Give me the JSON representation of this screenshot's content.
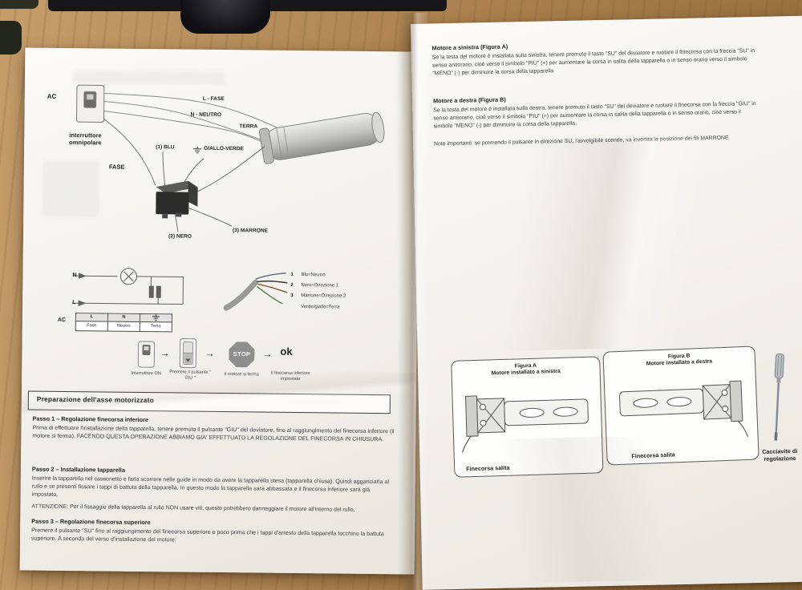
{
  "colors": {
    "wood": "#a9804d",
    "paper": "#f6f5f1",
    "ink": "#2b2b2b"
  },
  "icons": {
    "arrow": "→"
  },
  "left_page": {
    "wiring": {
      "ac": "AC",
      "l_fase": "L - FASE",
      "n_neutro": "N - NEUTRO",
      "terra": "TERRA",
      "interruttore": "interruttore",
      "omnipolare": "omnipolare",
      "blu": "(1) BLU",
      "giallo_verde": "GIALLO-VERDE",
      "fase": "FASE",
      "nero": "(2) NERO",
      "marrone": "(3) MARRONE"
    },
    "schematic": {
      "n": "N",
      "l": "L",
      "ac": "AC",
      "col1_letter": "L",
      "col1_word": "Fase",
      "col2_letter": "N",
      "col2_word": "Neutro",
      "col3_word": "Terra"
    },
    "legend": [
      {
        "num": "1",
        "label": "Blu=Neutro"
      },
      {
        "num": "2",
        "label": "Nero=Direzione 1"
      },
      {
        "num": "3",
        "label": "Marrone=Direzione 2"
      },
      {
        "num": "",
        "label": "Verde/giallo=Terra"
      }
    ],
    "sequence": {
      "cap1": "Interruttore ON",
      "cap2": "Premere il pulsante \" GIU \"",
      "stop": "STOP",
      "cap3": "Il motore si ferma",
      "ok": "ok",
      "cap4": "Il finecorsa inferiore impostato"
    },
    "section_title": "Preparazione dell'asse motorizzato",
    "passo1": {
      "title": "Passo 1 – Regolazione finecorsa inferiore",
      "text": "Prima di effettuare l'installazione della tapparella, tenere premuto il pulsante \"GIU\" del deviatore, fino al raggiungimento del finecorsa inferiore (il motore si ferma). FACENDO QUESTA OPERAZIONE ABBIAMO GIA' EFFETTUATO LA REGOLAZIONE DEL FINECORSA IN CHIUSURA."
    },
    "passo2": {
      "title": "Passo 2 – Installazione tapparella",
      "text": "Inserire la tapparella nel cassonetto e farla scorrere nelle guide in modo da avere la tapparella stesa (tapparella chiusa). Quindi agganciarla al rullo e se presenti fissare i tappi di battuta della tapparella. In questo modo la tapparella sarà abbassata e il finecorsa inferiore sarà già impostato."
    },
    "attenzione": "ATTENZIONE: Per il fissaggio della tapparella al rullo NON usare viti, queste potrebbero danneggiare il motore all'interno del rullo.",
    "passo3": {
      "title": "Passo 3 – Regolazione finecorsa superiore",
      "text": "Premere il pulsante \"SU\" fino al raggiungimento del finecorsa superiore o poco prima che i tappi d'arresto della tapparella tocchino la battuta superiore. A seconda del verso d'installazione del motore:"
    }
  },
  "right_page": {
    "motore_sinistra": {
      "title": "Motore a sinistra (Figura A)",
      "text": "Se la testa del motore è installata sulla sinistra, tenere premuto il tasto \"SU\" del deviatore e ruotare il finecorsa con la freccia \"SU\" in senso antiorario, cioè verso il simbolo \"PIU\" (+) per aumentare la corsa in salita della tapparella o in senso orario verso il simbolo \"MENO\" (-) per diminuire la corsa della tapparella"
    },
    "motore_destra": {
      "title": "Motore a destra (Figura B)",
      "text": "Se la testa del motore è installata sulla destra, tenere premuto il tasto \"SU\" del deviatore e ruotare il finecorsa con la freccia \"GIU\" in senso antiorario, cioè verso il simbolo \"PIU\" (+) per aumentare la corsa in salita della tapparella o in senso orario, cioè verso il simbolo \"MENO\" (-) per diminuire la corsa della tapparella.",
      "note": ""
    },
    "note": "Note importanti: se premendo il pulsante in direzione SU, l'avvolgibile scende, va invertita la posizione dei fili MARRONE",
    "figura_a": {
      "title": "Figura A",
      "subtitle": "Motore installato a sinistra",
      "caption": "Finecorsa salita"
    },
    "figura_b": {
      "title": "Figura B",
      "subtitle": "Motore installato a destra",
      "caption": "Finecorsa salita"
    },
    "cacciavite": "Cacciavite di regolazione"
  }
}
